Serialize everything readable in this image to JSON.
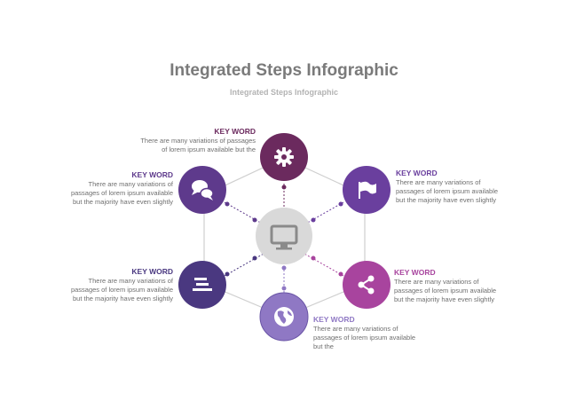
{
  "title": "Integrated Steps Infographic",
  "subtitle": "Integrated Steps Infographic",
  "center": {
    "icon": "monitor-icon",
    "color": "#d9d9d9"
  },
  "steps": [
    {
      "id": "top",
      "icon": "gear-icon",
      "color": "#6b2a5e",
      "keyword": "KEY WORD",
      "text": "There are many variations of passages of lorem ipsum available but the"
    },
    {
      "id": "upper-right",
      "icon": "flag-icon",
      "color": "#6a3f9e",
      "keyword": "KEY WORD",
      "text": "There are many variations of passages of lorem ipsum available but the majority have even slightly"
    },
    {
      "id": "lower-right",
      "icon": "share-icon",
      "color": "#a8449e",
      "keyword": "KEY WORD",
      "text": "There are many variations of passages of lorem ipsum available but the majority have even slightly"
    },
    {
      "id": "bottom",
      "icon": "globe-icon",
      "color": "#8f78c4",
      "keyword": "KEY WORD",
      "text": "There are many variations of passages of lorem ipsum available but the"
    },
    {
      "id": "lower-left",
      "icon": "list-icon",
      "color": "#4a3880",
      "keyword": "KEY WORD",
      "text": "There are many variations of passages of lorem ipsum available but the majority have even slightly"
    },
    {
      "id": "upper-left",
      "icon": "chat-icon",
      "color": "#5e3a8c",
      "keyword": "KEY WORD",
      "text": "There are many variations of passages of lorem ipsum available but the majority have even slightly"
    }
  ]
}
